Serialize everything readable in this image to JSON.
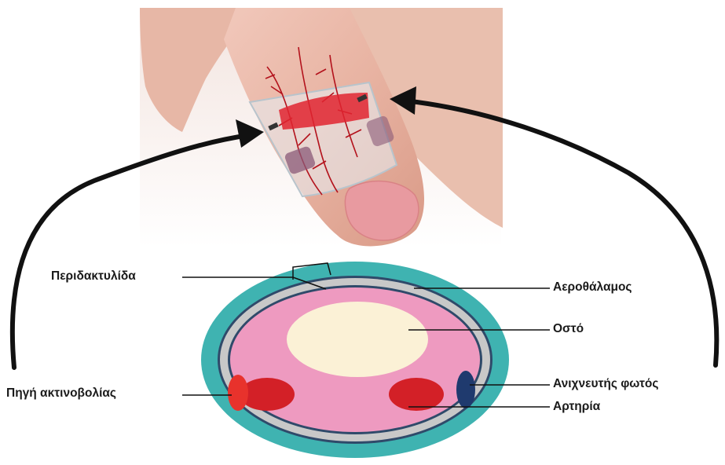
{
  "labels": {
    "cuff": "Περιδακτυλίδα",
    "air_chamber": "Αεροθάλαμος",
    "bone": "Οστό",
    "light_detector": "Ανιχνευτής φωτός",
    "artery": "Αρτηρία",
    "radiation_source": "Πηγή ακτινοβολίας"
  },
  "colors": {
    "outer_ring": "#3fb3b1",
    "inner_ring": "#c8c8c8",
    "tissue": "#ee9ac0",
    "bone": "#fbf1d6",
    "artery": "#d32027",
    "source": "#e8322c",
    "detector": "#1f3a6e",
    "arrow": "#111111"
  }
}
